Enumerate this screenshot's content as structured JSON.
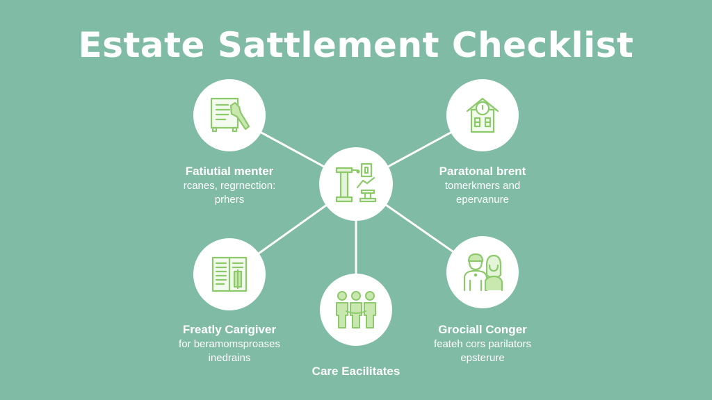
{
  "title": "Estate Sattlement Checklist",
  "colors": {
    "background": "#7fbba5",
    "circle": "#ffffff",
    "icon_stroke": "#8cc96a",
    "icon_fill": "#c9e8b0",
    "text": "#ffffff",
    "connector": "#ffffff"
  },
  "center_node": {
    "icon": "pillar-chart-icon"
  },
  "nodes": [
    {
      "position": "top-left",
      "icon": "document-hand-icon",
      "heading": "Fatiutial menter",
      "desc_line1": "rcanes, regrnection:",
      "desc_line2": "prhers"
    },
    {
      "position": "top-right",
      "icon": "house-icon",
      "heading": "Paratonal brent",
      "desc_line1": "tomerkmers and",
      "desc_line2": "epervanure"
    },
    {
      "position": "bottom-left",
      "icon": "open-book-icon",
      "heading": "Freatly Carigiver",
      "desc_line1": "for beramomsproases",
      "desc_line2": "inedrains"
    },
    {
      "position": "bottom-center",
      "icon": "group-people-icon",
      "heading": "Care Eacilitates"
    },
    {
      "position": "bottom-right",
      "icon": "couple-icon",
      "heading": "Grociall Conger",
      "desc_line1": "feateh cors parilators",
      "desc_line2": "epsterure"
    }
  ]
}
